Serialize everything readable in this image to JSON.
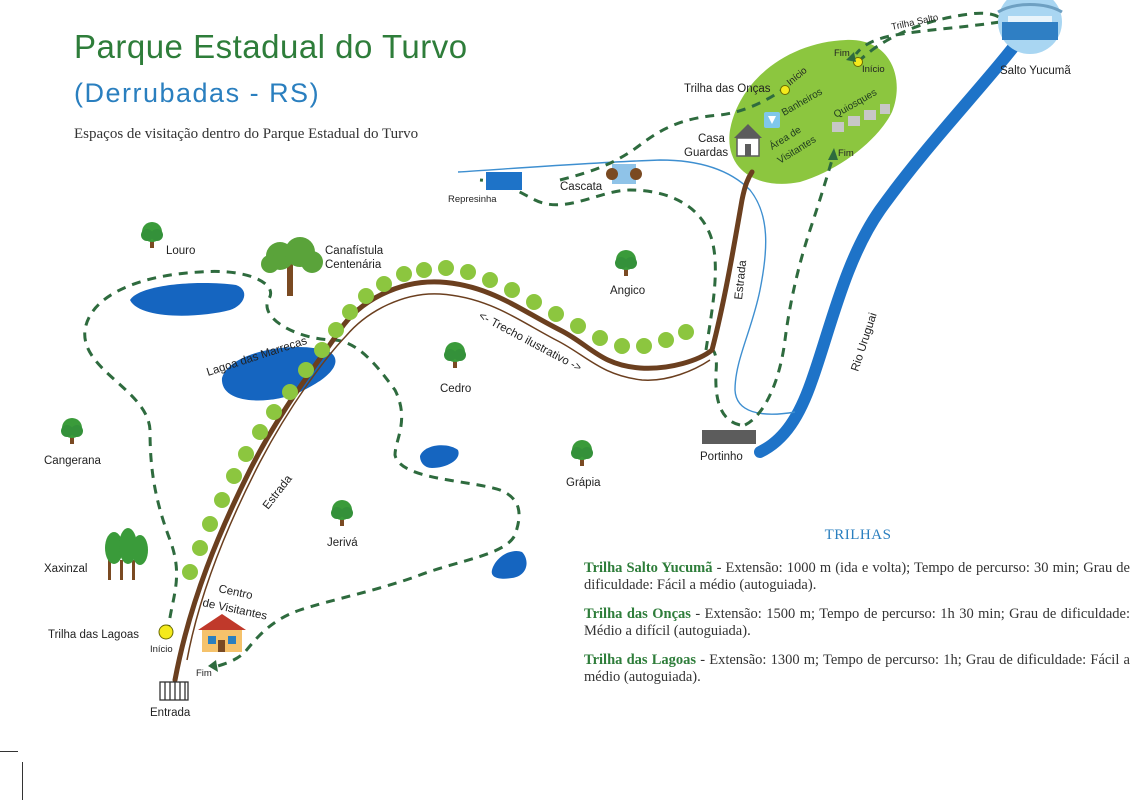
{
  "header": {
    "title": "Parque Estadual do Turvo",
    "subtitle": "(Derrubadas - RS)",
    "caption": "Espaços de visitação dentro do Parque Estadual do Turvo"
  },
  "labels": {
    "louro": "Louro",
    "canafistula_1": "Canafístula",
    "canafistula_2": "Centenária",
    "angico": "Angico",
    "cedro": "Cedro",
    "cangerana": "Cangerana",
    "grapia": "Grápia",
    "jeriva": "Jerivá",
    "xaxinzal": "Xaxinzal",
    "lagoa_marrecas": "Lagoa das Marrecas",
    "represinha": "Represinha",
    "cascata": "Cascata",
    "trilha_oncas": "Trilha das Onças",
    "inicio_oncas": "Início",
    "banheiros": "Banheiros",
    "casa_1": "Casa",
    "casa_2": "Guardas",
    "area_1": "Área de",
    "area_2": "Visitantes",
    "quiosques": "Quiosques",
    "fim_quiosques": "Fim",
    "fim_top": "Fim",
    "inicio_top": "Início",
    "trilha_salto": "Trilha Salto",
    "salto_yucuma": "Salto Yucumã",
    "estrada_top": "Estrada",
    "estrada_main": "Estrada",
    "trecho": "<- Trecho ilustrativo ->",
    "rio_uruguai": "Rio Uruguai",
    "portinho": "Portinho",
    "centro_1": "Centro",
    "centro_2": "de Visitantes",
    "trilha_lagoas": "Trilha das Lagoas",
    "inicio_lagoas": "Início",
    "fim_lagoas": "Fim",
    "entrada": "Entrada"
  },
  "legend": {
    "title": "TRILHAS",
    "trails": [
      {
        "name": "Trilha Salto Yucumã",
        "desc": " - Extensão: 1000 m (ida e volta); Tempo de percurso: 30 min; Grau de dificuldade: Fácil a médio (autoguiada)."
      },
      {
        "name": "Trilha das Onças",
        "desc": " - Extensão: 1500 m; Tempo de percurso: 1h 30 min; Grau de dificuldade: Médio a difícil (autoguiada)."
      },
      {
        "name": "Trilha das Lagoas ",
        "desc": " - Extensão: 1300 m; Tempo de percurso: 1h; Grau de dificuldade: Fácil a médio (autoguiada)."
      }
    ]
  },
  "colors": {
    "trail": "#2e6b3e",
    "road": "#6b3f1f",
    "river": "#1e73c8",
    "water": "#1565c0",
    "tree_light": "#8cc63f",
    "tree_dark": "#3a9b3a",
    "visitor_area": "#8cc63f",
    "marker": "#f4ea1c"
  }
}
